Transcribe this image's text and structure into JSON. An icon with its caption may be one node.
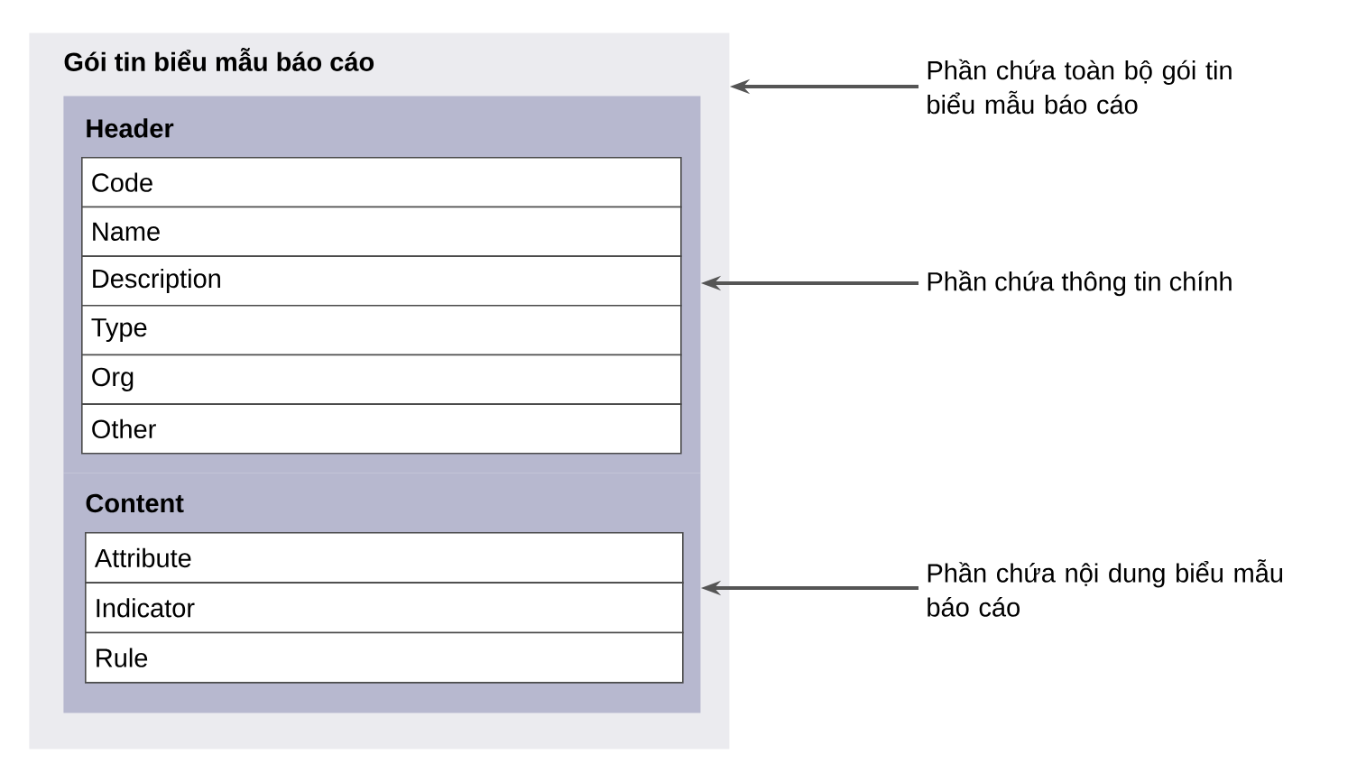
{
  "diagram": {
    "nodes": [
      {
        "text": [
          "Gói tin biểu mẫu báo cáo"
        ]
      },
      {
        "text": [
          "Header"
        ],
        "in": 0
      },
      {
        "text": [
          "Code"
        ],
        "in": 1
      },
      {
        "text": [
          "Name"
        ],
        "in": 1
      },
      {
        "text": [
          "Description"
        ],
        "in": 1
      },
      {
        "text": [
          "Type"
        ],
        "in": 1
      },
      {
        "text": [
          "Org"
        ],
        "in": 1
      },
      {
        "text": [
          "Other"
        ],
        "in": 1
      },
      {
        "text": [
          "Content"
        ],
        "in": 0
      },
      {
        "text": [
          "Attribute"
        ],
        "in": 8
      },
      {
        "text": [
          "Indicator"
        ],
        "in": 8
      },
      {
        "text": [
          "Rule"
        ],
        "in": 8
      },
      {
        "text": [
          "Phần chứa toàn bộ gói tin biểu mẫu báo cáo"
        ]
      },
      {
        "text": [
          "Phần chứa thông tin chính"
        ]
      },
      {
        "text": [
          "Phần chứa nội dung biểu mẫu báo cáo"
        ]
      }
    ],
    "edges": [
      {
        "from": 12,
        "to": 0,
        "arrow": "to"
      },
      {
        "from": 13,
        "to": 1,
        "arrow": "to"
      },
      {
        "from": 14,
        "to": 8,
        "arrow": "to"
      }
    ]
  }
}
